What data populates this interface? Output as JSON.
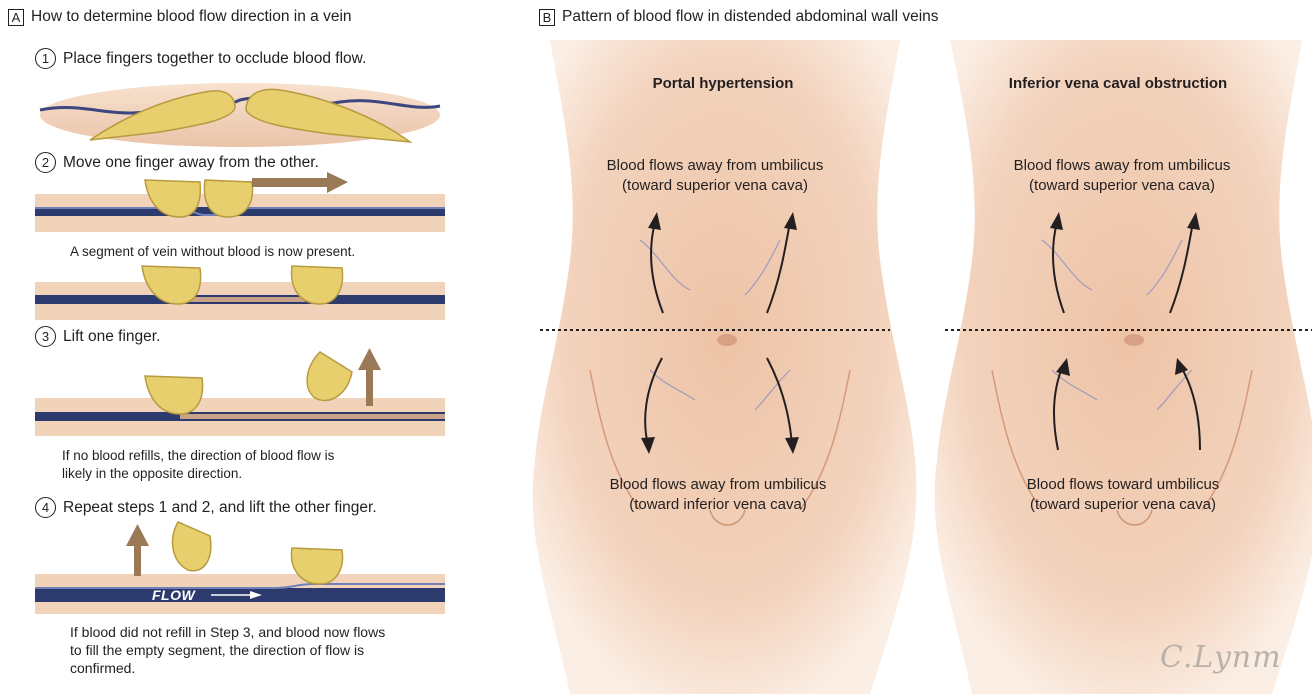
{
  "panel_a": {
    "letter": "A",
    "title": "How to determine blood flow direction in a vein",
    "steps": [
      {
        "num": "1",
        "text": "Place fingers together to occlude blood flow."
      },
      {
        "num": "2",
        "text": "Move one finger away from the other."
      },
      {
        "num": "3",
        "text": "Lift one finger."
      },
      {
        "num": "4",
        "text": "Repeat steps 1 and 2, and lift the other finger."
      }
    ],
    "note_segment": "A segment of vein without blood is now present.",
    "note_no_refill_1": "If no blood refills, the direction of blood flow is",
    "note_no_refill_2": "likely in the opposite direction.",
    "flow_label": "FLOW",
    "note_confirm_1": "If blood did not refill in Step 3, and blood now flows",
    "note_confirm_2": "to fill the empty segment, the direction of flow is",
    "note_confirm_3": "confirmed."
  },
  "panel_b": {
    "letter": "B",
    "title": "Pattern of blood flow in distended abdominal wall veins",
    "portal": {
      "title": "Portal hypertension",
      "top_1": "Blood flows away from umbilicus",
      "top_2": "(toward superior vena cava)",
      "bottom_1": "Blood flows away from umbilicus",
      "bottom_2": "(toward inferior vena cava)"
    },
    "ivc": {
      "title": "Inferior vena caval obstruction",
      "top_1": "Blood flows away from umbilicus",
      "top_2": "(toward superior vena cava)",
      "bottom_1": "Blood flows toward umbilicus",
      "bottom_2": "(toward superior vena cava)"
    },
    "signature": "C.Lynm"
  },
  "colors": {
    "skin": "#f1cdb3",
    "skin_shadow": "#e4b091",
    "vein_dark": "#2c3a6e",
    "vein_light": "#5a6aa6",
    "finger": "#e8cf6e",
    "finger_shadow": "#c9a845",
    "arrow_brown": "#9a7a56",
    "text": "#231f20"
  }
}
